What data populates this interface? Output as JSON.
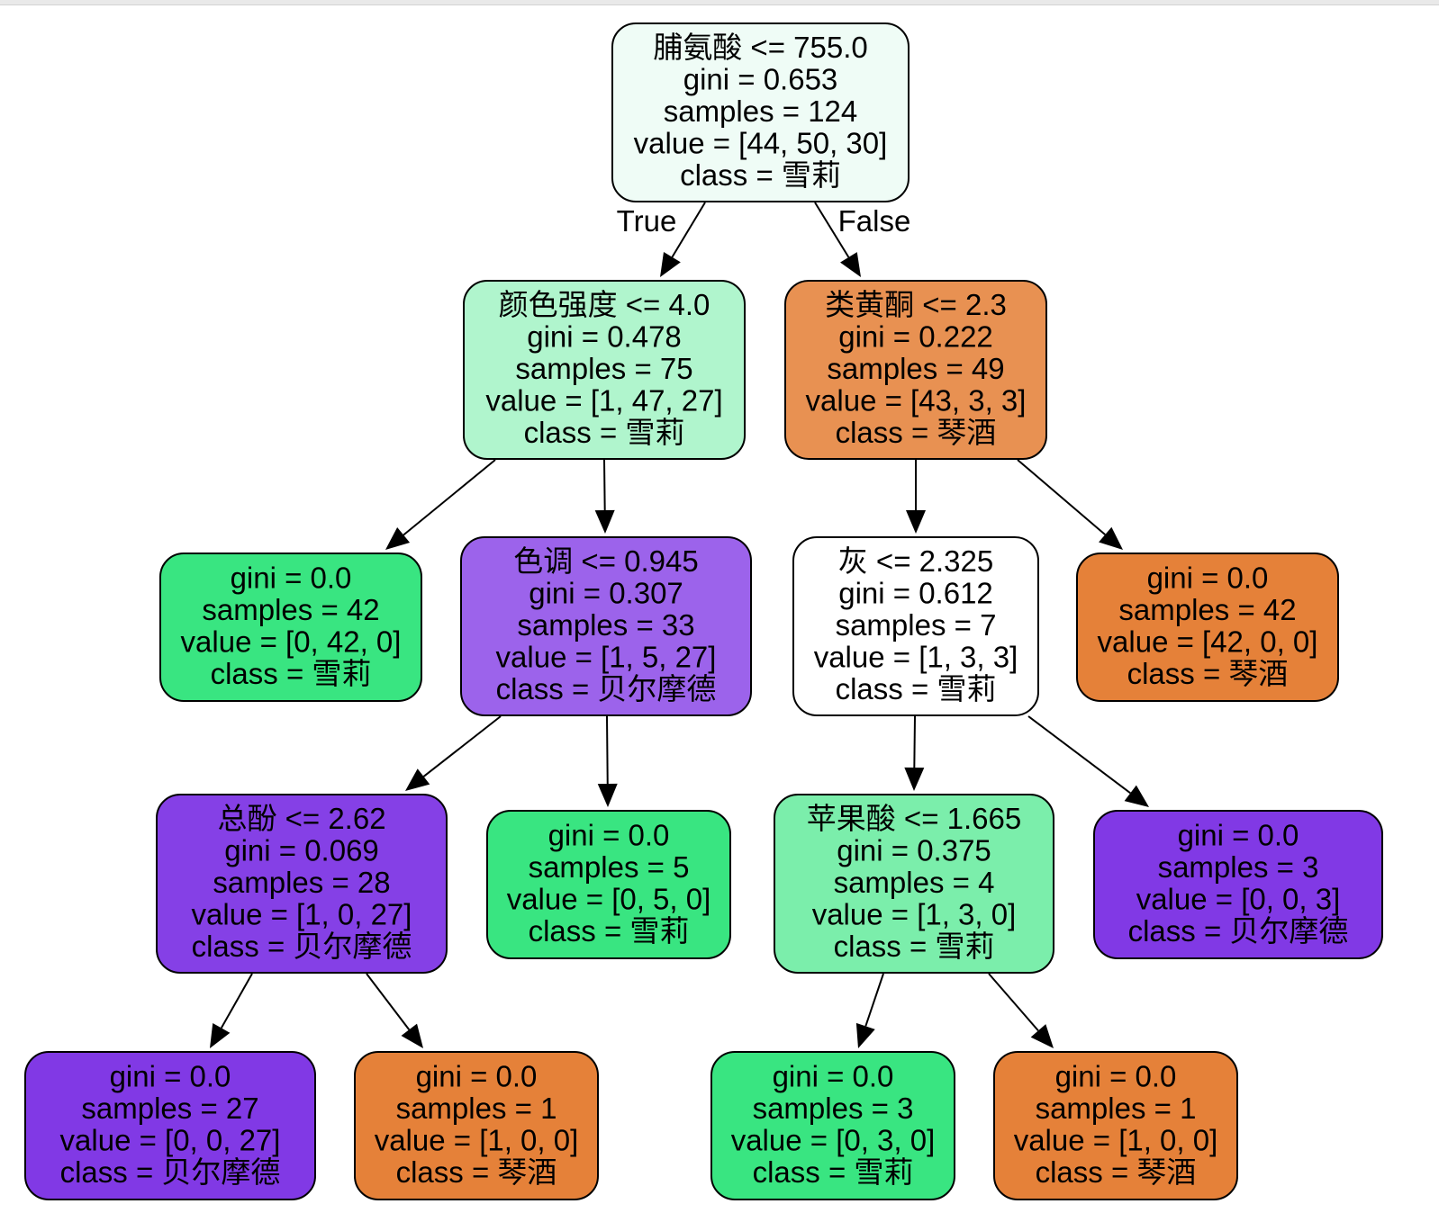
{
  "edge_labels": {
    "true_label": "True",
    "false_label": "False"
  },
  "nodes": [
    {
      "id": "root",
      "lines": [
        "脯氨酸 <= 755.0",
        "gini = 0.653",
        "samples = 124",
        "value = [44, 50, 30]",
        "class = 雪莉"
      ],
      "fill": "#effcf6"
    },
    {
      "id": "n1",
      "lines": [
        "颜色强度 <= 4.0",
        "gini = 0.478",
        "samples = 75",
        "value = [1, 47, 27]",
        "class = 雪莉"
      ],
      "fill": "#b0f5cd"
    },
    {
      "id": "n2",
      "lines": [
        "类黄酮 <= 2.3",
        "gini = 0.222",
        "samples = 49",
        "value = [43, 3, 3]",
        "class = 琴酒"
      ],
      "fill": "#e89152"
    },
    {
      "id": "n3",
      "lines": [
        "gini = 0.0",
        "samples = 42",
        "value = [0, 42, 0]",
        "class = 雪莉"
      ],
      "fill": "#39e581"
    },
    {
      "id": "n4",
      "lines": [
        "色调 <= 0.945",
        "gini = 0.307",
        "samples = 33",
        "value = [1, 5, 27]",
        "class = 贝尔摩德"
      ],
      "fill": "#9c63eb"
    },
    {
      "id": "n5",
      "lines": [
        "灰 <= 2.325",
        "gini = 0.612",
        "samples = 7",
        "value = [1, 3, 3]",
        "class = 雪莉"
      ],
      "fill": "#ffffff"
    },
    {
      "id": "n6",
      "lines": [
        "gini = 0.0",
        "samples = 42",
        "value = [42, 0, 0]",
        "class = 琴酒"
      ],
      "fill": "#e58139"
    },
    {
      "id": "n7",
      "lines": [
        "总酚 <= 2.62",
        "gini = 0.069",
        "samples = 28",
        "value = [1, 0, 27]",
        "class = 贝尔摩德"
      ],
      "fill": "#8540e6"
    },
    {
      "id": "n8",
      "lines": [
        "gini = 0.0",
        "samples = 5",
        "value = [0, 5, 0]",
        "class = 雪莉"
      ],
      "fill": "#39e581"
    },
    {
      "id": "n9",
      "lines": [
        "苹果酸 <= 1.665",
        "gini = 0.375",
        "samples = 4",
        "value = [1, 3, 0]",
        "class = 雪莉"
      ],
      "fill": "#7beeab"
    },
    {
      "id": "n10",
      "lines": [
        "gini = 0.0",
        "samples = 3",
        "value = [0, 0, 3]",
        "class = 贝尔摩德"
      ],
      "fill": "#8139e5"
    },
    {
      "id": "n11",
      "lines": [
        "gini = 0.0",
        "samples = 27",
        "value = [0, 0, 27]",
        "class = 贝尔摩德"
      ],
      "fill": "#8139e5"
    },
    {
      "id": "n12",
      "lines": [
        "gini = 0.0",
        "samples = 1",
        "value = [1, 0, 0]",
        "class = 琴酒"
      ],
      "fill": "#e58139"
    },
    {
      "id": "n13",
      "lines": [
        "gini = 0.0",
        "samples = 3",
        "value = [0, 3, 0]",
        "class = 雪莉"
      ],
      "fill": "#39e581"
    },
    {
      "id": "n14",
      "lines": [
        "gini = 0.0",
        "samples = 1",
        "value = [1, 0, 0]",
        "class = 琴酒"
      ],
      "fill": "#e58139"
    }
  ],
  "edges": [
    {
      "from": "root",
      "to": "n1"
    },
    {
      "from": "root",
      "to": "n2"
    },
    {
      "from": "n1",
      "to": "n3"
    },
    {
      "from": "n1",
      "to": "n4"
    },
    {
      "from": "n2",
      "to": "n5"
    },
    {
      "from": "n2",
      "to": "n6"
    },
    {
      "from": "n4",
      "to": "n7"
    },
    {
      "from": "n4",
      "to": "n8"
    },
    {
      "from": "n5",
      "to": "n9"
    },
    {
      "from": "n5",
      "to": "n10"
    },
    {
      "from": "n7",
      "to": "n11"
    },
    {
      "from": "n7",
      "to": "n12"
    },
    {
      "from": "n9",
      "to": "n13"
    },
    {
      "from": "n9",
      "to": "n14"
    }
  ]
}
